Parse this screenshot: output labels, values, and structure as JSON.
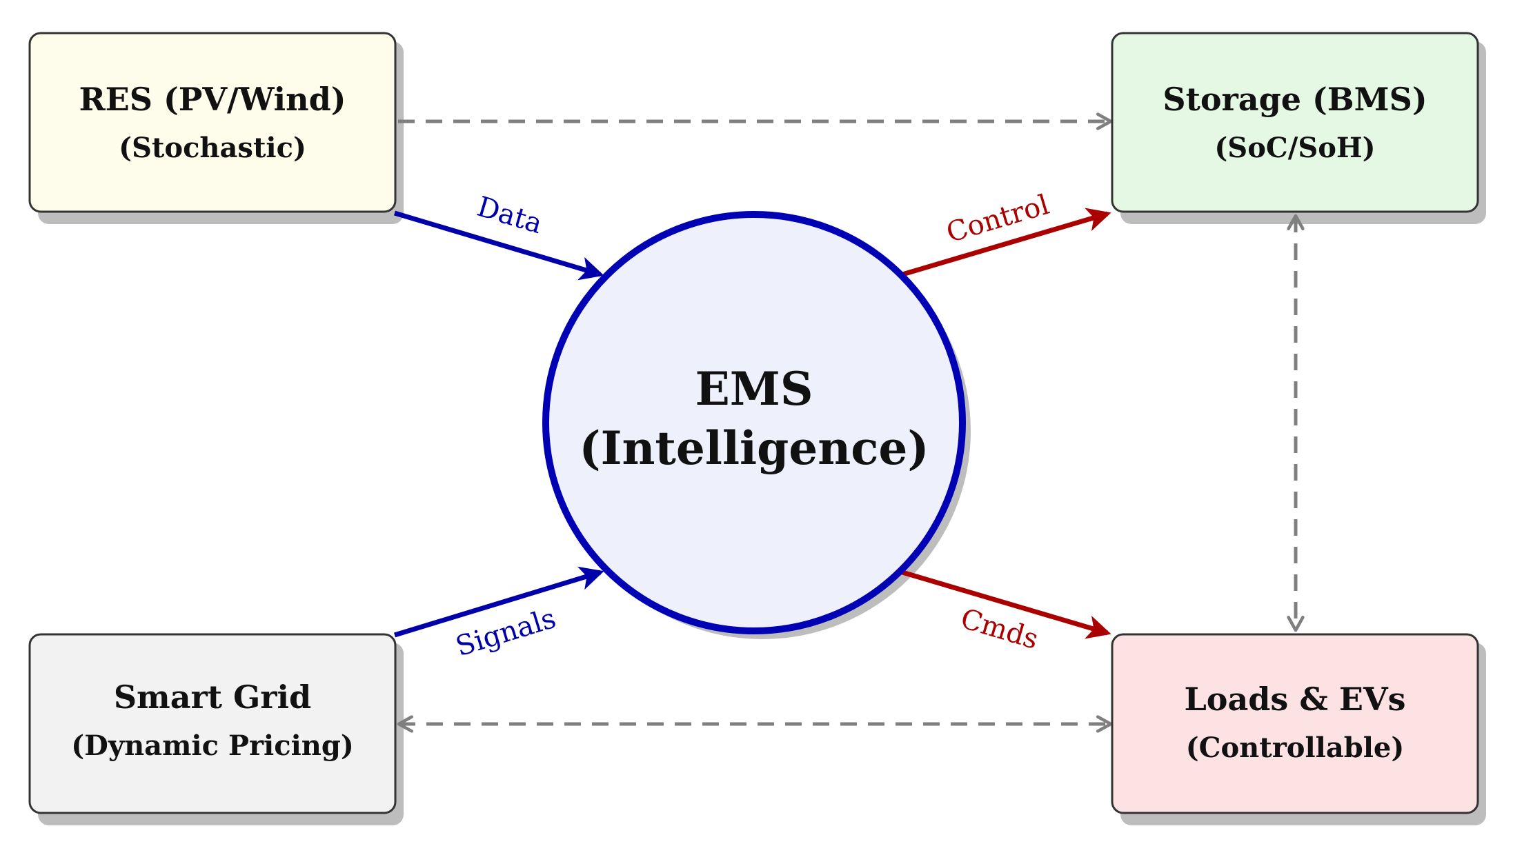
{
  "colors": {
    "res_fill": "#fefcea",
    "storage_fill": "#e4f8e4",
    "grid_fill": "#f2f2f2",
    "loads_fill": "#fde2e4",
    "ems_fill": "#eef0fb",
    "ems_stroke": "#0000b4",
    "blue_arrow": "#0000aa",
    "red_arrow": "#aa0000",
    "dashed": "#7f7f7f",
    "box_stroke": "#333333",
    "shadow": "#bdbdbd"
  },
  "nodes": {
    "res": {
      "title": "RES (PV/Wind)",
      "subtitle": "(Stochastic)"
    },
    "storage": {
      "title": "Storage (BMS)",
      "subtitle": "(SoC/SoH)"
    },
    "grid": {
      "title": "Smart Grid",
      "subtitle": "(Dynamic Pricing)"
    },
    "loads": {
      "title": "Loads & EVs",
      "subtitle": "(Controllable)"
    },
    "ems": {
      "line1": "EMS",
      "line2": "(Intelligence)"
    }
  },
  "edges": {
    "data": "Data",
    "control": "Control",
    "signals": "Signals",
    "cmds": "Cmds"
  }
}
